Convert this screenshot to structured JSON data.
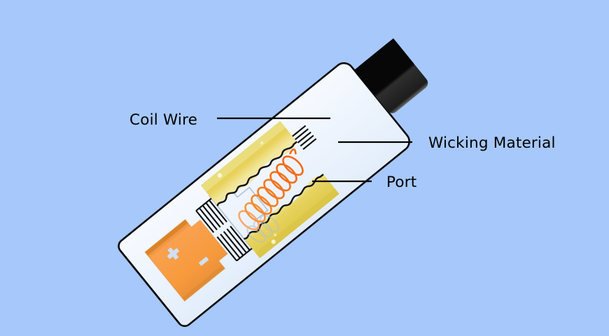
{
  "figure": {
    "title": "Vape Device Cutaway Diagram",
    "background_color": "#a6c8fb"
  },
  "labels": {
    "coil_wire": "Coil Wire",
    "wicking_material": "Wicking Material",
    "port": "Port"
  },
  "parts": {
    "mouthpiece": "mouthpiece",
    "e_liquid_chamber_upper": "e-liquid-chamber-upper",
    "e_liquid_chamber_lower": "e-liquid-chamber-lower",
    "heating_coil": "heating-coil",
    "wick": "wick",
    "port_upper": "port-upper",
    "port_lower": "port-lower",
    "battery": "battery",
    "battery_plus": "+",
    "battery_minus": "−",
    "device_shell": "device-shell",
    "shadow": "drop-shadow"
  },
  "colors": {
    "background": "#a6c8fb",
    "liquid": "#e6cc52",
    "liquid_light": "#efe08a",
    "coil": "#f57b20",
    "coil_bright": "#ff6a1a",
    "battery": "#f79a3c",
    "battery_dark": "#e58a2e",
    "mouthpiece": "#0d0d0d",
    "mouthpiece_shade": "#2c2c2c",
    "outline": "#000000",
    "shell_fill": "#eef4fd",
    "shadow": "#8a9bb0",
    "label_text": "#000000"
  }
}
